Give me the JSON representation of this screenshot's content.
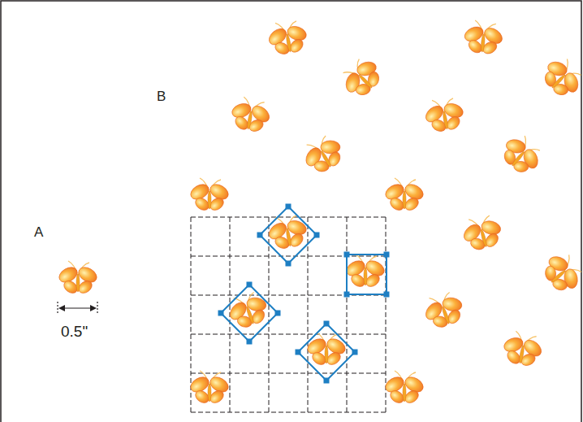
{
  "diagram": {
    "labels": [
      "A",
      "B",
      "0.5\""
    ]
  }
}
